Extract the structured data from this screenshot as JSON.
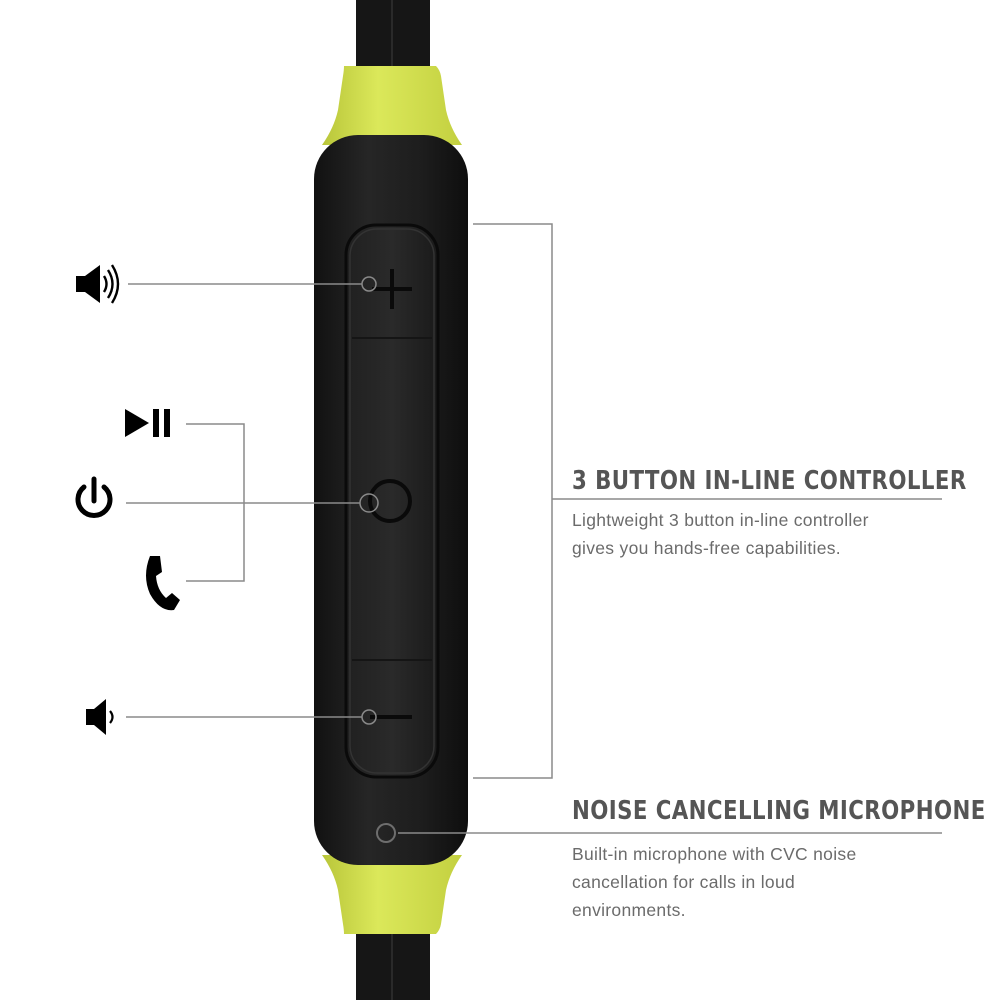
{
  "colors": {
    "accent": "#d2df4e",
    "body": "#1c1c1c",
    "cable": "#141414",
    "leader_line": "#8a8a8a",
    "icon": "#000000"
  },
  "callouts": {
    "controller": {
      "title": "3 BUTTON IN-LINE CONTROLLER",
      "description_lines": [
        "Lightweight 3 button in-line controller",
        "gives you hands-free capabilities."
      ]
    },
    "microphone": {
      "title": "NOISE CANCELLING MICROPHONE",
      "description_lines": [
        "Built-in microphone with CVC noise",
        "cancellation for calls in loud",
        "environments."
      ]
    }
  },
  "icons": {
    "volume_up": "volume-up-icon",
    "play_pause": "play-pause-icon",
    "power": "power-icon",
    "phone": "phone-icon",
    "volume_down": "volume-down-icon",
    "plus_button": "plus-icon",
    "center_button": "circle-button-icon",
    "minus_button": "minus-icon",
    "microphone_hole": "microphone-icon"
  }
}
